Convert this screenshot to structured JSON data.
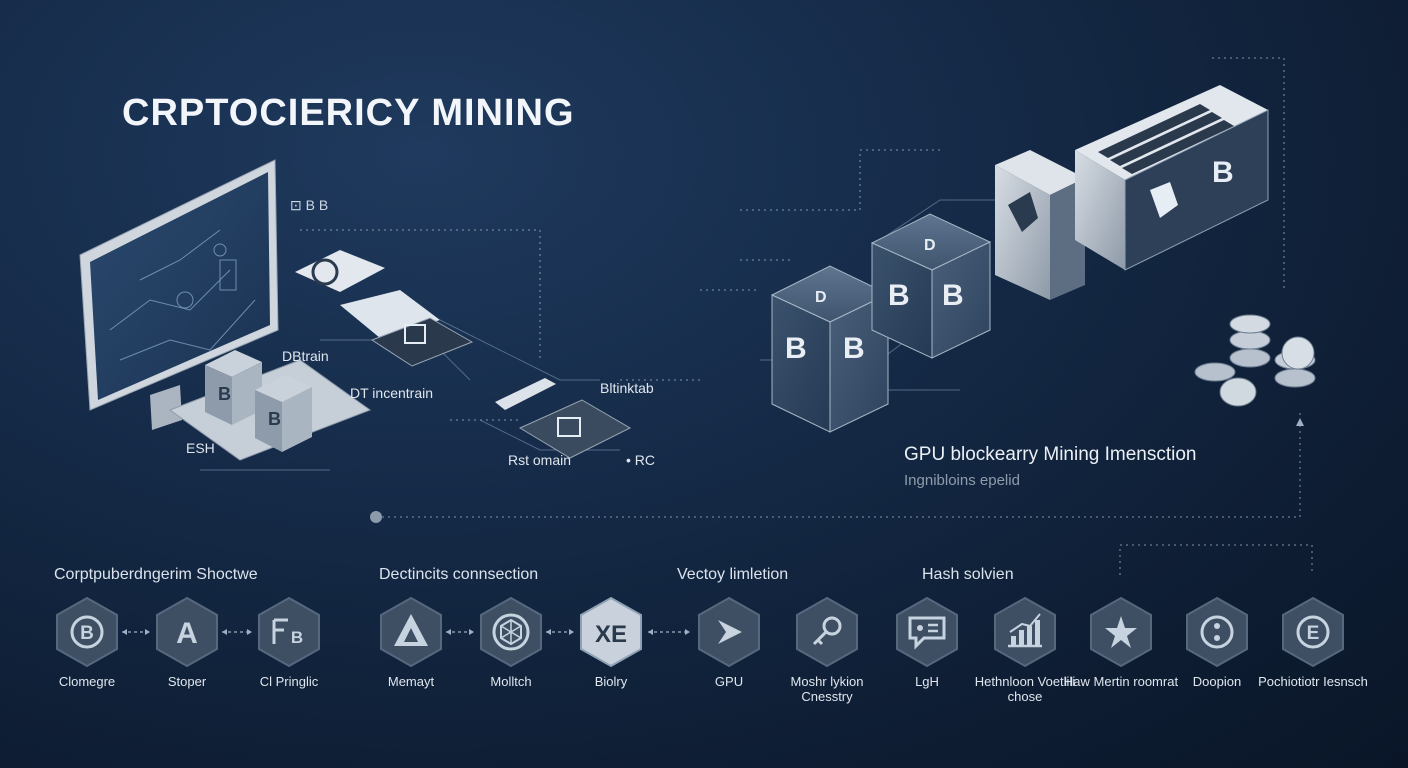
{
  "title": "CRPTOCIERICY MINING",
  "left_labels": {
    "dbtrain": "DBtrain",
    "incentrain": "DT incentrain",
    "esh": "ESH",
    "bitlinkstab": "Bltinktab",
    "rst_omain": "Rst omain",
    "rc": "• RC"
  },
  "caption": {
    "title": "GPU blockearry Mining Imensction",
    "subtitle": "Ingnibloins epelid"
  },
  "groups": [
    {
      "title": "Corptpuberdngerim Shoctwe"
    },
    {
      "title": "Dectincits connsection"
    },
    {
      "title": "Vectoy limletion"
    },
    {
      "title": "Hash solvien"
    }
  ],
  "icons": [
    {
      "name": "Clomegre",
      "symbol": "B"
    },
    {
      "name": "Stoper",
      "symbol": "A"
    },
    {
      "name": "Cl Pringlic",
      "symbol": "FB"
    },
    {
      "name": "Memayt",
      "symbol": "tri"
    },
    {
      "name": "Molltch",
      "symbol": "hex"
    },
    {
      "name": "Biolry",
      "symbol": "XE"
    },
    {
      "name": "GPU",
      "symbol": "play"
    },
    {
      "name": "Moshr lykion Cnesstry",
      "symbol": "key"
    },
    {
      "name": "LgH",
      "symbol": "chat"
    },
    {
      "name": "Hethnloon Voetlili chose",
      "symbol": "chart"
    },
    {
      "name": "Haw Mertin roomrat",
      "symbol": "star"
    },
    {
      "name": "Doopion",
      "symbol": "colon"
    },
    {
      "name": "Pochiotiotr Iesnsch",
      "symbol": "E"
    }
  ],
  "colors": {
    "hex_fill": "#3e4f64",
    "hex_stroke": "#56687d",
    "accent": "#c7d3df",
    "connector": "#9fb0c2"
  }
}
